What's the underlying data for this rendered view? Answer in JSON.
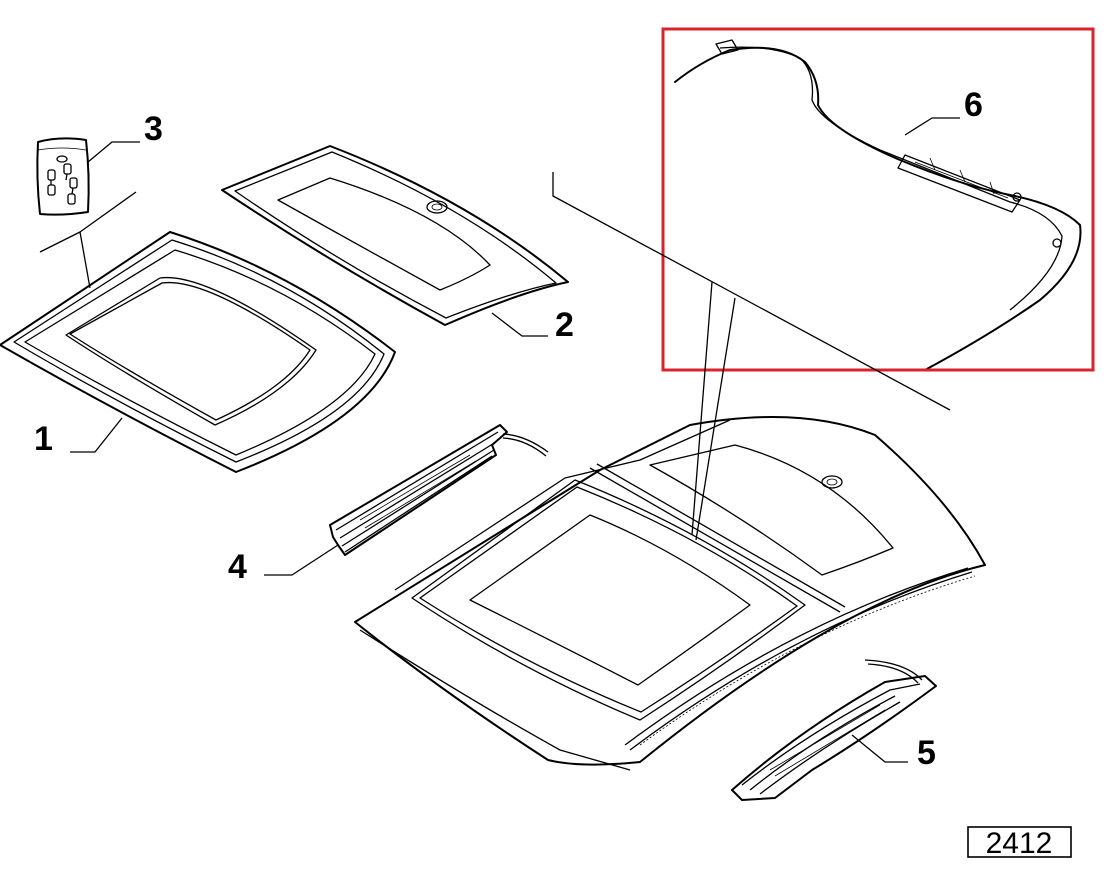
{
  "diagram": {
    "callouts": [
      {
        "id": "1",
        "text": "1"
      },
      {
        "id": "2",
        "text": "2"
      },
      {
        "id": "3",
        "text": "3"
      },
      {
        "id": "4",
        "text": "4"
      },
      {
        "id": "5",
        "text": "5"
      },
      {
        "id": "6",
        "text": "6"
      }
    ],
    "reference_number": "2412",
    "highlight_color": "#d9232d"
  }
}
